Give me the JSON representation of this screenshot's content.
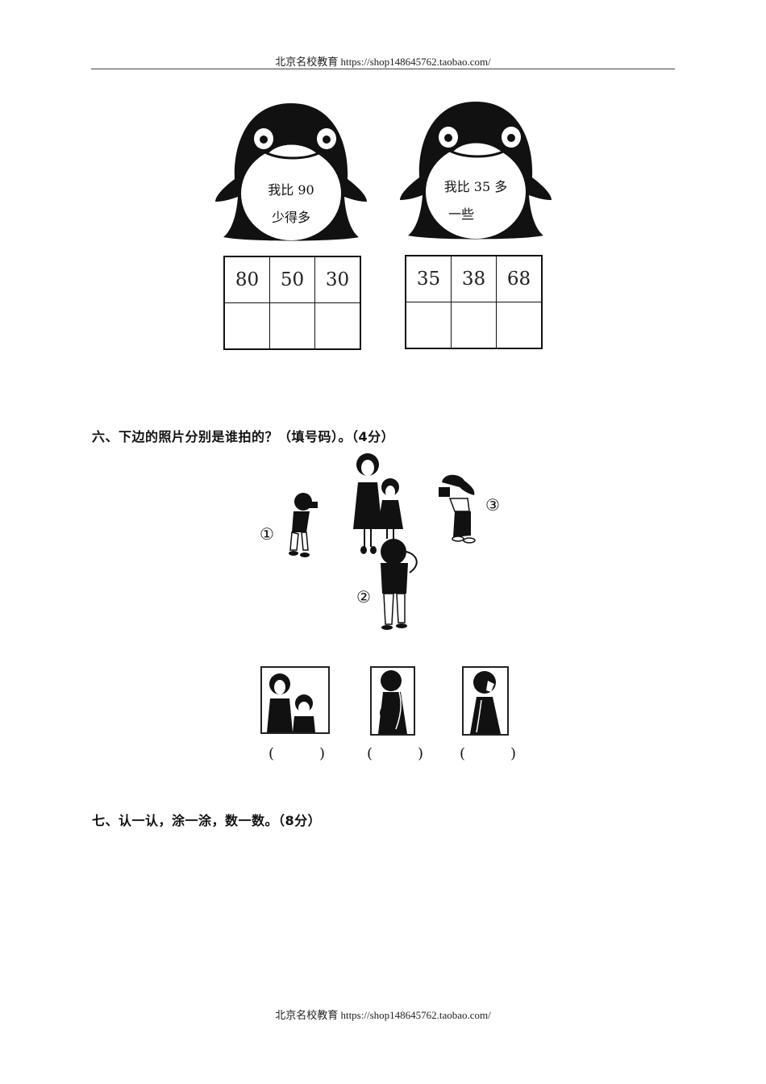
{
  "header": {
    "text": "北京名校教育 https://shop148645762.taobao.com/"
  },
  "footer": {
    "text": "北京名校教育 https://shop148645762.taobao.com/"
  },
  "penguins": [
    {
      "line1": "我比 90",
      "line2": "少得多",
      "numbers": [
        "80",
        "50",
        "30"
      ],
      "answers": [
        "",
        "",
        ""
      ]
    },
    {
      "line1": "我比 35 多",
      "line2": "一些",
      "numbers": [
        "35",
        "38",
        "68"
      ],
      "answers": [
        "",
        "",
        ""
      ]
    }
  ],
  "section6": {
    "title": "六、下边的照片分别是谁拍的？（填号码）。（4分）",
    "photographers": [
      {
        "label": "①",
        "description": "boy with camera, left"
      },
      {
        "label": "②",
        "description": "child with camera, behind"
      },
      {
        "label": "③",
        "description": "girl with camera, right"
      }
    ],
    "subjects": "woman and girl standing",
    "photos": [
      {
        "description": "front view of woman and girl",
        "answer_open": "(",
        "answer_close": ")",
        "answer": ""
      },
      {
        "description": "side view, overlapping",
        "answer_open": "(",
        "answer_close": ")",
        "answer": ""
      },
      {
        "description": "side profile of woman",
        "answer_open": "(",
        "answer_close": ")",
        "answer": ""
      }
    ]
  },
  "section7": {
    "title": "七、认一认，涂一涂，数一数。（8分）"
  },
  "colors": {
    "ink": "#111111",
    "rule": "#444444",
    "paper": "#ffffff"
  }
}
